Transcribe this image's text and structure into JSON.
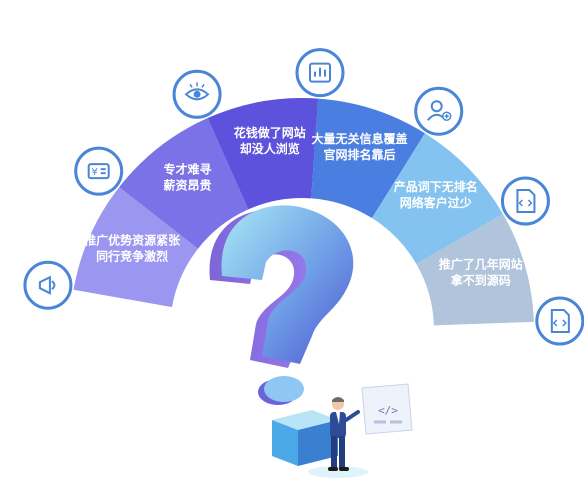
{
  "segments": [
    {
      "id": "competition",
      "lines": [
        "推广优势资源紧张",
        "同行竞争激烈"
      ],
      "color": "#9b97f0",
      "icon": "megaphone-icon"
    },
    {
      "id": "talent",
      "lines": [
        "专才难寻",
        "薪资昂贵"
      ],
      "color": "#7a72e6",
      "icon": "money-icon"
    },
    {
      "id": "traffic",
      "lines": [
        "花钱做了网站",
        "却没人浏览"
      ],
      "color": "#5d52dc",
      "icon": "eye-icon"
    },
    {
      "id": "seo",
      "lines": [
        "大量无关信息覆盖",
        "官网排名靠后"
      ],
      "color": "#4a7ee0",
      "icon": "chart-icon"
    },
    {
      "id": "keywords",
      "lines": [
        "产品词下无排名",
        "网络客户过少"
      ],
      "color": "#84c3f0",
      "icon": "user-add-icon"
    },
    {
      "id": "source-code",
      "lines": [
        "推广了几年网站",
        "拿不到源码"
      ],
      "color": "#b0c4dc",
      "icon": "code-file-icon"
    }
  ],
  "board": {
    "code_glyph": "</>"
  },
  "colors": {
    "icon_ring": "#4a86d8",
    "cube_top": "#b7e4f7",
    "cube_front": "#4aa9e6",
    "cube_side": "#3a7fd0"
  }
}
